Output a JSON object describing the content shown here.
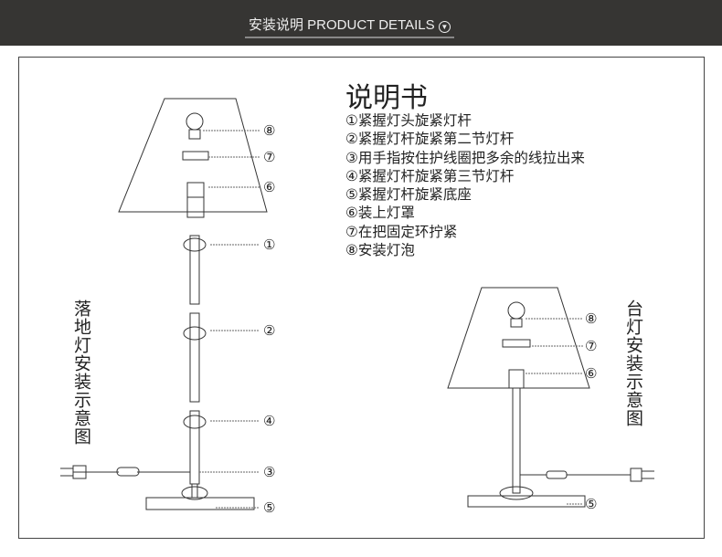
{
  "header": {
    "title": "安装说明 PRODUCT DETAILS",
    "icon": "chevron-down-circle-icon"
  },
  "manual": {
    "title": "说明书",
    "steps": [
      "①紧握灯头旋紧灯杆",
      "②紧握灯杆旋紧第二节灯杆",
      "③用手指按住护线圈把多余的线拉出来",
      "④紧握灯杆旋紧第三节灯杆",
      "⑤紧握灯杆旋紧底座",
      "⑥装上灯罩",
      "⑦在把固定环拧紧",
      "⑧安装灯泡"
    ]
  },
  "floor_lamp": {
    "caption": "落地灯安装示意图",
    "labels": [
      "⑧",
      "⑦",
      "⑥",
      "①",
      "②",
      "④",
      "③",
      "⑤"
    ]
  },
  "table_lamp": {
    "caption": "台灯安装示意图",
    "labels": [
      "⑧",
      "⑦",
      "⑥",
      "⑤"
    ]
  }
}
